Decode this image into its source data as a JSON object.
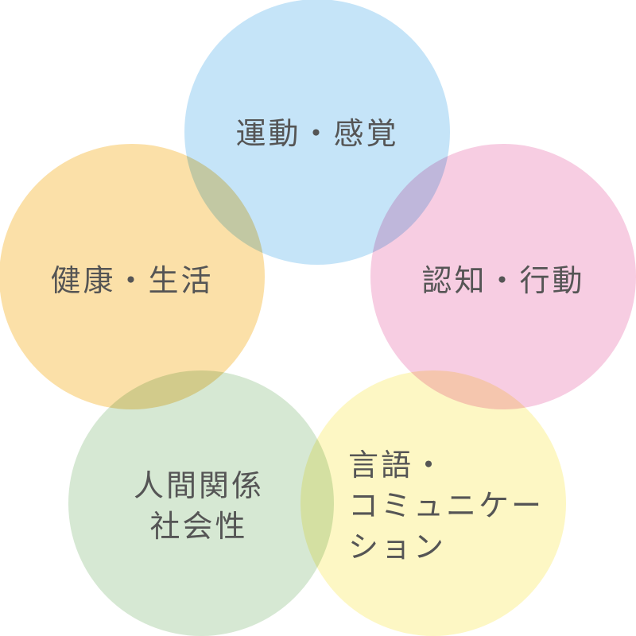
{
  "diagram": {
    "circles": [
      {
        "id": "motor",
        "lines": [
          "運動・感覚"
        ],
        "color": "#c5e4f8"
      },
      {
        "id": "cognition",
        "lines": [
          "認知・行動"
        ],
        "color": "#f7cde2"
      },
      {
        "id": "language",
        "lines": [
          "言語・",
          "コミュニケー",
          "ション"
        ],
        "color": "#fdf7c4"
      },
      {
        "id": "social",
        "lines": [
          "人間関係",
          "社会性"
        ],
        "color": "#d6e8d3"
      },
      {
        "id": "health",
        "lines": [
          "健康・生活"
        ],
        "color": "#fbe0a8"
      }
    ]
  }
}
